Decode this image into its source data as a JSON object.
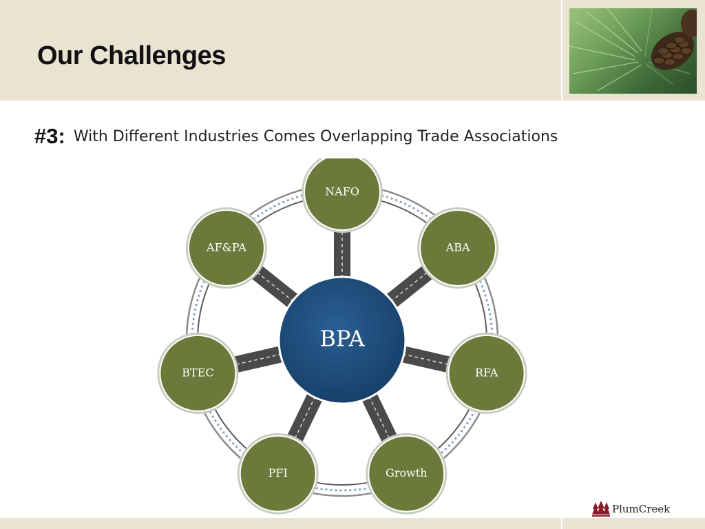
{
  "slide": {
    "title": "Our Challenges",
    "subtitle_number": "#3:",
    "subtitle_text": "With Different Industries Comes Overlapping Trade Associations"
  },
  "diagram": {
    "hub": {
      "label": "BPA"
    },
    "nodes": [
      {
        "label": "NAFO"
      },
      {
        "label": "ABA"
      },
      {
        "label": "RFA"
      },
      {
        "label": "Growth"
      },
      {
        "label": "PFI"
      },
      {
        "label": "BTEC"
      },
      {
        "label": "AF&PA"
      }
    ]
  },
  "logo": {
    "text": "PlumCreek"
  },
  "colors": {
    "header_bg": "#e9e4d2",
    "node_fill": "#6b7a3a",
    "hub_fill": "#1d4a78",
    "spoke": "#4a4a4a",
    "logo_trees": "#8a1c2b"
  }
}
